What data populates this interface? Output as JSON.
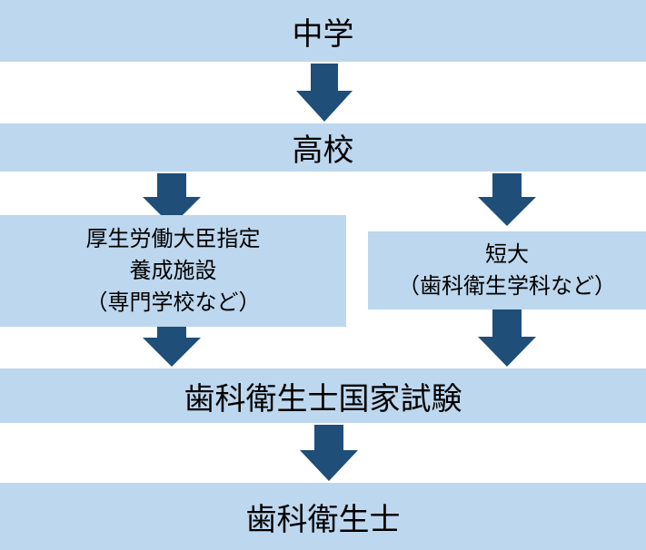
{
  "colors": {
    "box_fill": "#bdd7ee",
    "arrow_fill": "#1f4e79",
    "text": "#000000"
  },
  "nodes": {
    "junior_high": "中学",
    "high_school": "高校",
    "designated_facility": {
      "line1": "厚生労働大臣指定",
      "line2": "養成施設",
      "line3": "（専門学校など）"
    },
    "junior_college": {
      "line1": "短大",
      "line2": "（歯科衛生学科など）"
    },
    "national_exam": "歯科衛生士国家試験",
    "dental_hygienist": "歯科衛生士"
  },
  "arrows": [
    {
      "from": "junior_high",
      "to": "high_school",
      "icon": "down-arrow-icon"
    },
    {
      "from": "high_school",
      "to": "designated_facility",
      "icon": "down-arrow-icon"
    },
    {
      "from": "high_school",
      "to": "junior_college",
      "icon": "down-arrow-icon"
    },
    {
      "from": "designated_facility",
      "to": "national_exam",
      "icon": "down-arrow-icon"
    },
    {
      "from": "junior_college",
      "to": "national_exam",
      "icon": "down-arrow-icon"
    },
    {
      "from": "national_exam",
      "to": "dental_hygienist",
      "icon": "down-arrow-icon"
    }
  ]
}
